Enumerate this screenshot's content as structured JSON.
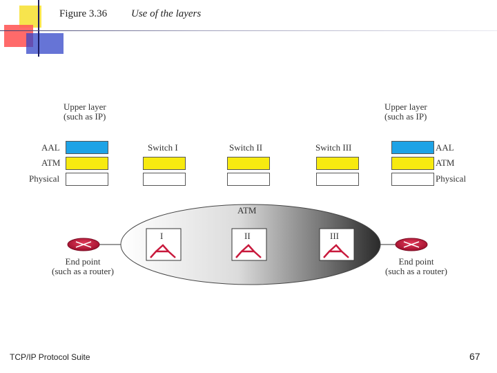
{
  "slide": {
    "figure_number": "Figure 3.36",
    "figure_title": "Use of the layers",
    "footer_left": "TCP/IP Protocol Suite",
    "page_number": "67"
  },
  "colors": {
    "aal": "#1ea3e6",
    "atm": "#f7ea10",
    "physical": "#ffffff",
    "accent_yellow": "#f7e44d",
    "accent_red": "#ff4a4a",
    "accent_blue": "#3346c8",
    "router": "#c8193c"
  },
  "left_stack": {
    "upper_label_line1": "Upper layer",
    "upper_label_line2": "(such as IP)",
    "aal_label": "AAL",
    "atm_label": "ATM",
    "physical_label": "Physical"
  },
  "right_stack": {
    "upper_label_line1": "Upper layer",
    "upper_label_line2": "(such as IP)",
    "aal_label": "AAL",
    "atm_label": "ATM",
    "physical_label": "Physical"
  },
  "switches": [
    {
      "label": "Switch I",
      "roman": "I"
    },
    {
      "label": "Switch II",
      "roman": "II"
    },
    {
      "label": "Switch III",
      "roman": "III"
    }
  ],
  "network": {
    "label": "ATM"
  },
  "endpoints": {
    "left_line1": "End point",
    "left_line2": "(such as a router)",
    "right_line1": "End point",
    "right_line2": "(such as a router)"
  }
}
